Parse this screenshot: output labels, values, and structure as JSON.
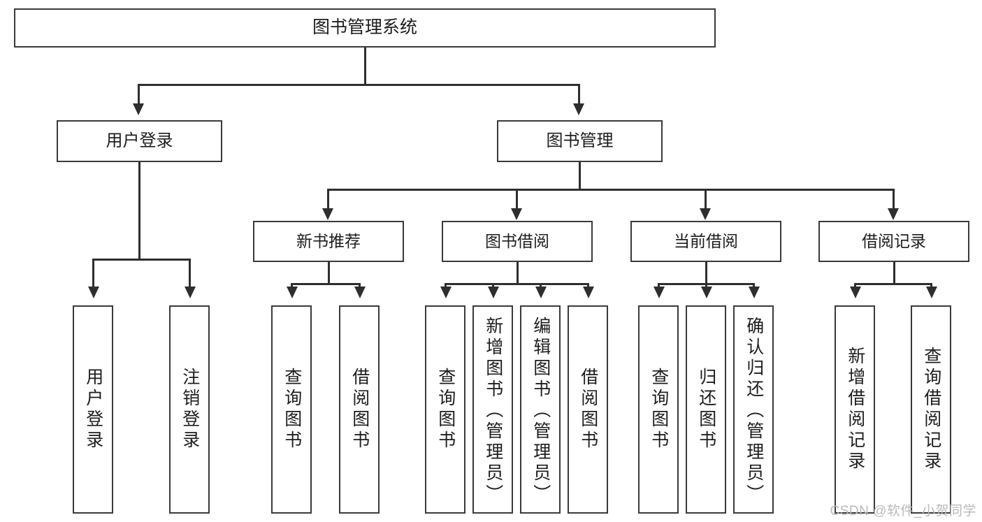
{
  "diagram": {
    "title": "图书管理系统",
    "root": {
      "label": "图书管理系统"
    },
    "level2": [
      {
        "label": "用户登录"
      },
      {
        "label": "图书管理"
      }
    ],
    "level3": [
      {
        "label": "新书推荐"
      },
      {
        "label": "图书借阅"
      },
      {
        "label": "当前借阅"
      },
      {
        "label": "借阅记录"
      }
    ],
    "leaves": {
      "user_login": [
        {
          "label": "用户登录"
        },
        {
          "label": "注销登录"
        }
      ],
      "new_book_recommend": [
        {
          "label": "查询图书"
        },
        {
          "label": "借阅图书"
        }
      ],
      "book_borrow": [
        {
          "label": "查询图书"
        },
        {
          "label": "新增图书（管理员）"
        },
        {
          "label": "编辑图书（管理员）"
        },
        {
          "label": "借阅图书"
        }
      ],
      "current_borrow": [
        {
          "label": "查询图书"
        },
        {
          "label": "归还图书"
        },
        {
          "label": "确认归还（管理员）"
        }
      ],
      "borrow_record": [
        {
          "label": "新增借阅记录"
        },
        {
          "label": "查询借阅记录"
        }
      ]
    }
  },
  "watermark": {
    "text": "CSDN @软件_小贺同学"
  },
  "colors": {
    "box_border": "#3a3a3a",
    "connector": "#2e2e2e",
    "background": "#ffffff",
    "text": "#1d1d1d",
    "watermark": "#b9b9b9"
  }
}
